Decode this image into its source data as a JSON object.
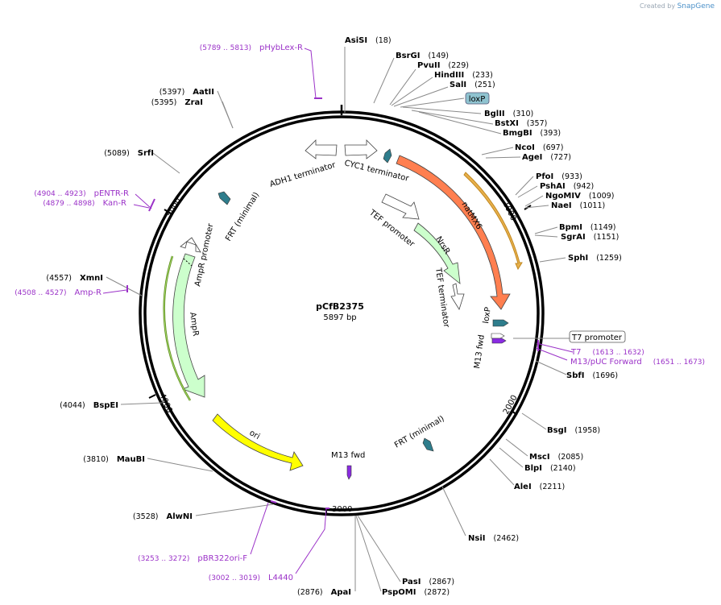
{
  "credit": {
    "prefix": "Created by",
    "brand": "SnapGene"
  },
  "plasmid": {
    "name": "pCfB2375",
    "size_text": "5897 bp",
    "length": 5897
  },
  "ticks": [
    "1000",
    "2000",
    "3000",
    "4000",
    "5000"
  ],
  "sites": [
    {
      "name": "AsiSI",
      "pos": "(18)",
      "side": "right"
    },
    {
      "name": "BsrGI",
      "pos": "(149)",
      "side": "right"
    },
    {
      "name": "PvuII",
      "pos": "(229)",
      "side": "right"
    },
    {
      "name": "HindIII",
      "pos": "(233)",
      "side": "right"
    },
    {
      "name": "SalI",
      "pos": "(251)",
      "side": "right"
    },
    {
      "name": "BglII",
      "pos": "(310)",
      "side": "right"
    },
    {
      "name": "BstXI",
      "pos": "(357)",
      "side": "right"
    },
    {
      "name": "BmgBI",
      "pos": "(393)",
      "side": "right"
    },
    {
      "name": "NcoI",
      "pos": "(697)",
      "side": "right"
    },
    {
      "name": "AgeI",
      "pos": "(727)",
      "side": "right"
    },
    {
      "name": "PfoI",
      "pos": "(933)",
      "side": "right"
    },
    {
      "name": "PshAI",
      "pos": "(942)",
      "side": "right"
    },
    {
      "name": "NgoMIV",
      "pos": "(1009)",
      "side": "right"
    },
    {
      "name": "NaeI",
      "pos": "(1011)",
      "side": "right"
    },
    {
      "name": "BpmI",
      "pos": "(1149)",
      "side": "right"
    },
    {
      "name": "SgrAI",
      "pos": "(1151)",
      "side": "right"
    },
    {
      "name": "SphI",
      "pos": "(1259)",
      "side": "right"
    },
    {
      "name": "SbfI",
      "pos": "(1696)",
      "side": "right"
    },
    {
      "name": "BsgI",
      "pos": "(1958)",
      "side": "right"
    },
    {
      "name": "MscI",
      "pos": "(2085)",
      "side": "right"
    },
    {
      "name": "BlpI",
      "pos": "(2140)",
      "side": "right"
    },
    {
      "name": "AleI",
      "pos": "(2211)",
      "side": "right"
    },
    {
      "name": "NsiI",
      "pos": "(2462)",
      "side": "right"
    },
    {
      "name": "PasI",
      "pos": "(2867)",
      "side": "right"
    },
    {
      "name": "PspOMI",
      "pos": "(2872)",
      "side": "right"
    },
    {
      "name": "ApaI",
      "pos": "(2876)",
      "side": "left"
    },
    {
      "name": "AlwNI",
      "pos": "(3528)",
      "side": "left"
    },
    {
      "name": "MauBI",
      "pos": "(3810)",
      "side": "left"
    },
    {
      "name": "BspEI",
      "pos": "(4044)",
      "side": "left"
    },
    {
      "name": "XmnI",
      "pos": "(4557)",
      "side": "left"
    },
    {
      "name": "SrfI",
      "pos": "(5089)",
      "side": "left"
    },
    {
      "name": "ZraI",
      "pos": "(5395)",
      "side": "left"
    },
    {
      "name": "AatII",
      "pos": "(5397)",
      "side": "left"
    }
  ],
  "primers": [
    {
      "name": "pHybLex-R",
      "range": "(5789 .. 5813)",
      "side": "left"
    },
    {
      "name": "pENTR-R",
      "range": "(4904 .. 4923)",
      "side": "left"
    },
    {
      "name": "Kan-R",
      "range": "(4879 .. 4898)",
      "side": "left"
    },
    {
      "name": "Amp-R",
      "range": "(4508 .. 4527)",
      "side": "left"
    },
    {
      "name": "T7",
      "range": "(1613 .. 1632)",
      "side": "right"
    },
    {
      "name": "M13/pUC Forward",
      "range": "(1651 .. 1673)",
      "side": "right"
    },
    {
      "name": "pBR322ori-F",
      "range": "(3253 .. 3272)",
      "side": "left"
    },
    {
      "name": "L4440",
      "range": "(3002 .. 3019)",
      "side": "left"
    }
  ],
  "boxed_labels": [
    {
      "name": "loxP",
      "fill": "#8fc3d0"
    },
    {
      "name": "T7 promoter",
      "fill": "#ffffff"
    }
  ],
  "features": [
    {
      "name": "natMX6",
      "color": "#ff7f50"
    },
    {
      "name": "NrsR",
      "color": "#ccffcc"
    },
    {
      "name": "AmpR",
      "color": "#ccffcc"
    },
    {
      "name": "ori",
      "color": "#ffff00"
    },
    {
      "name": "ADH1 terminator",
      "color": "#ffffff"
    },
    {
      "name": "CYC1 terminator",
      "color": "#ffffff"
    },
    {
      "name": "TEF promoter",
      "color": "#ffffff"
    },
    {
      "name": "TEF terminator",
      "color": "#ffffff"
    },
    {
      "name": "AmpR promoter",
      "color": "#ffffff"
    },
    {
      "name": "FRT (minimal)",
      "color": "#2e7d8c"
    },
    {
      "name": "loxP",
      "color": "#2e7d8c"
    },
    {
      "name": "M13 fwd",
      "color": "#8a2be2"
    }
  ],
  "colors": {
    "primer": "#9b32c8",
    "leader": "#7a7a7a",
    "orf_outline": "#e8b04c",
    "amp_outline": "#5a8a1a"
  }
}
